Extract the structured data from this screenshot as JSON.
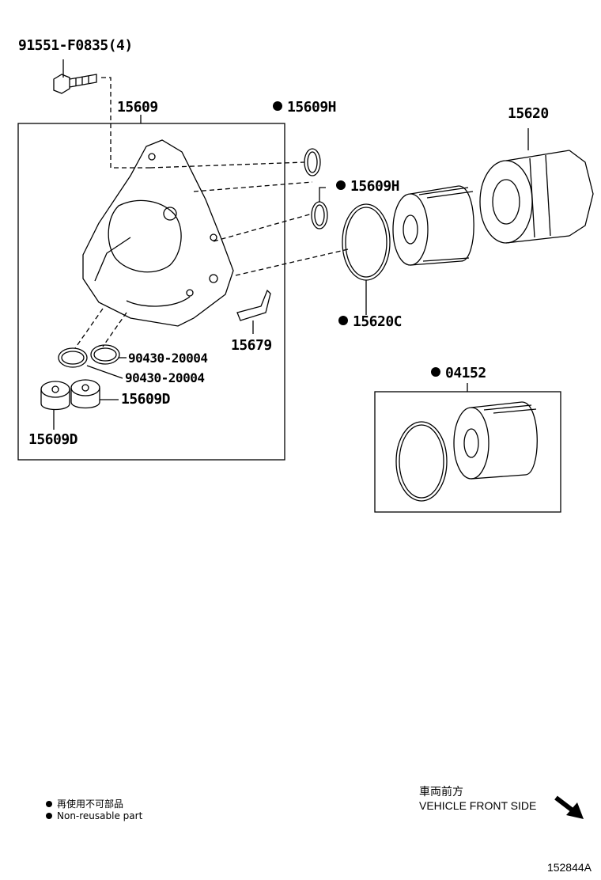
{
  "labels": {
    "bolt": "91551-F0835(4)",
    "housing": "15609",
    "oring_top": "15609H",
    "oring_mid": "15609H",
    "cap": "15620",
    "gasket": "15620C",
    "oring_a": "90430-20004",
    "oring_b": "90430-20004",
    "clip": "15679",
    "plug_right": "15609D",
    "plug_left": "15609D",
    "element": "04152"
  },
  "legend": {
    "jp": "再使用不可部品",
    "en": "Non-reusable part"
  },
  "front": {
    "jp": "車両前方",
    "en": "VEHICLE FRONT SIDE"
  },
  "diagram_id": "152844A",
  "colors": {
    "ink": "#000000",
    "paper": "#ffffff"
  }
}
